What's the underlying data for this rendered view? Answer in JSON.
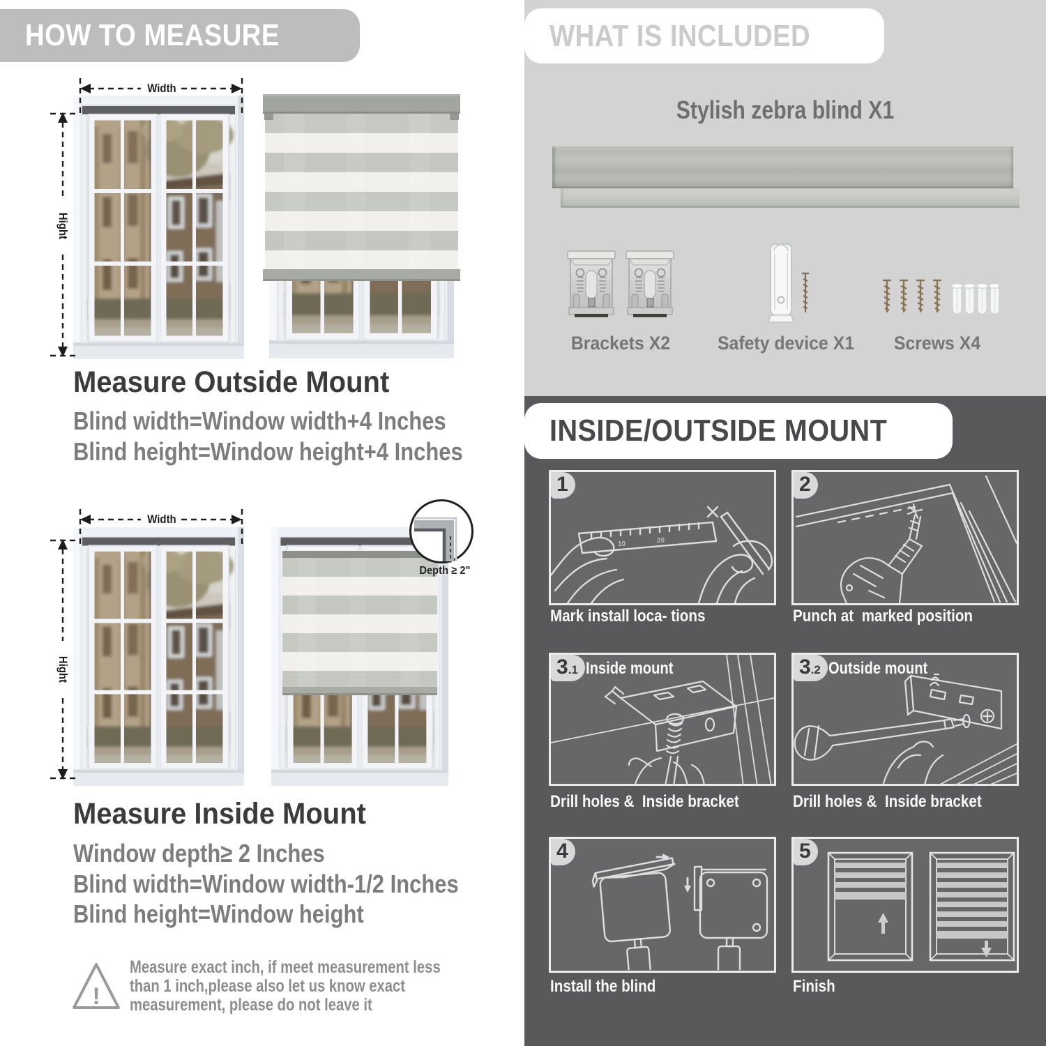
{
  "left": {
    "banner": "HOW TO MEASURE",
    "outside": {
      "width_label": "Width",
      "height_label": "Hight",
      "heading": "Measure Outside Mount",
      "lines": [
        "Blind width=Window width+4 Inches",
        "Blind height=Window height+4 Inches"
      ]
    },
    "inside": {
      "width_label": "Width",
      "height_label": "Hight",
      "depth_label": "Depth ≥ 2\"",
      "heading": "Measure Inside Mount",
      "lines": [
        "Window depth≥ 2 Inches",
        "Blind width=Window width-1/2 Inches",
        "Blind height=Window height"
      ]
    },
    "warning": {
      "mark": "!",
      "lines": [
        "Measure exact inch, if meet measurement less",
        "than 1 inch,please also let us know exact",
        "measurement, please do not leave it"
      ]
    }
  },
  "included": {
    "banner": "WHAT IS INCLUDED",
    "blind_label": "Stylish zebra blind X1",
    "items": [
      {
        "label": "Brackets X2"
      },
      {
        "label": "Safety device X1"
      },
      {
        "label": "Screws X4"
      }
    ]
  },
  "mount": {
    "banner": "INSIDE/OUTSIDE MOUNT",
    "ruler_marks": [
      "10",
      "20"
    ],
    "steps": [
      {
        "badge": "1",
        "badge_sub": "",
        "tag": "",
        "caption": "Mark install loca- tions"
      },
      {
        "badge": "2",
        "badge_sub": "",
        "tag": "",
        "caption": "Punch at  marked position"
      },
      {
        "badge": "3",
        "badge_sub": ".1",
        "tag": "Inside mount",
        "caption": "Drill holes &  Inside bracket"
      },
      {
        "badge": "3",
        "badge_sub": ".2",
        "tag": "Outside mount",
        "caption": "Drill holes &  Inside bracket"
      },
      {
        "badge": "4",
        "badge_sub": "",
        "tag": "",
        "caption": "Install the blind"
      },
      {
        "badge": "5",
        "badge_sub": "",
        "tag": "",
        "caption": "Finish"
      }
    ]
  },
  "colors": {
    "left_banner_bg": "#bdbdbd",
    "included_panel_bg": "#d3d3d3",
    "dark_panel_bg": "#59595b",
    "step_panel_bg": "#67676a",
    "heading_text": "#3b3b3b",
    "sub_text": "#7d7d7d",
    "caption_text": "#f8f8f8",
    "blind_stripe_gray": "#c6c9c2",
    "blind_stripe_sheer": "#f0efeb",
    "headrail_gray": "#b4b7b1"
  }
}
